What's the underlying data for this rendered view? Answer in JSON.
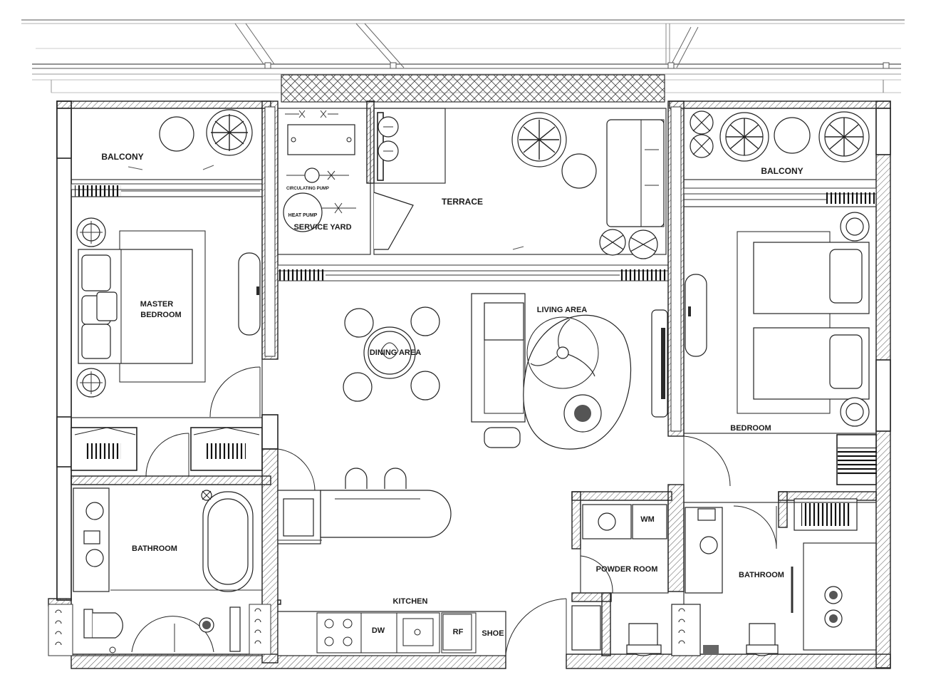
{
  "rooms": {
    "balcony_left": "BALCONY",
    "balcony_right": "BALCONY",
    "terrace": "TERRACE",
    "service_yard": "SERVICE YARD",
    "circulating_pump": "CIRCULATING PUMP",
    "heat_pump": "HEAT PUMP",
    "master_bedroom_line1": "MASTER",
    "master_bedroom_line2": "BEDROOM",
    "dining_area": "DINING AREA",
    "living_area": "LIVING AREA",
    "bedroom": "BEDROOM",
    "bathroom_left": "BATHROOM",
    "bathroom_right": "BATHROOM",
    "kitchen": "KITCHEN",
    "powder_room": "POWDER ROOM",
    "wm": "WM",
    "dw": "DW",
    "rf": "RF",
    "shoe": "SHOE"
  }
}
